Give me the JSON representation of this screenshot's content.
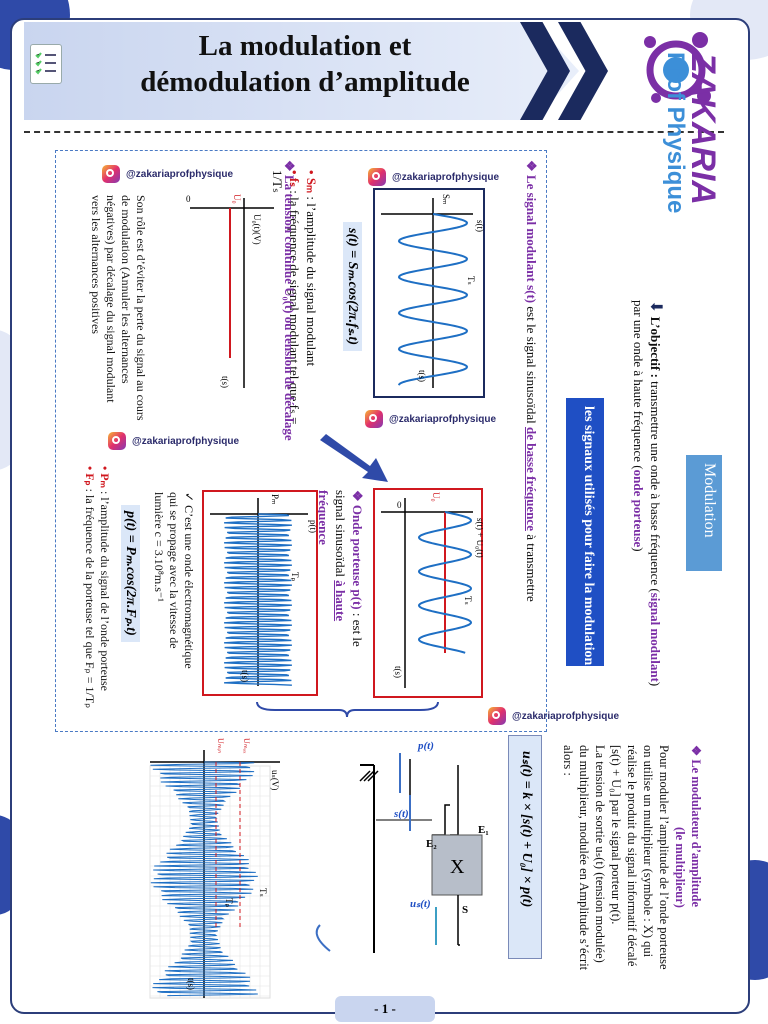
{
  "header": {
    "title_line1": "La modulation et",
    "title_line2": "démodulation d’amplitude"
  },
  "brand": {
    "name": "ZAKARIA",
    "sub": "Prof Physique"
  },
  "instagram": "@zakariaprofphysique",
  "modulation_label": "Modulation",
  "objective": {
    "label": "L’objectif :",
    "text1": "transmettre une onde à basse fréquence (",
    "signal": "signal modulant",
    "text2": ") par une onde à haute fréquence (",
    "porteuse": "onde porteuse",
    "text3": ")"
  },
  "signals_used": "les signaux utilisés pour faire la modulation",
  "modulant": {
    "label": "Le signal modulant",
    "sym": "s(t)",
    "text": " est le signal sinusoïdal ",
    "basse": "de basse fréquence",
    "tail": " à transmettre",
    "eq": "s(t) = Sₘ.cos(2π.fₛ.t)",
    "sm_def": " : l’amplitude du signal modulant",
    "fs_def": " : la fréquence de signal modulant tel que fₛ = 1/Tₛ",
    "sm": "Sₘ",
    "fs": "fₛ"
  },
  "continue": {
    "label": "La tension continue U₀(t)",
    "tail": " ou tension de décalage",
    "role": "Son rôle est d’éviter la perte du signal au cours de modulation (Annuler les alternances négatives) par décalage du signal modulant vers les alternances positives"
  },
  "porteuse": {
    "label": "Onde porteuse p(t)",
    "text": " : est le signal sinusoïdal ",
    "haute": "à haute fréquence",
    "em": "C’est une onde électromagnétique qui se propage avec la vitesse de lumière c = 3.10⁸m.s⁻¹",
    "eq": "p(t) = Pₘ.cos(2π.Fₚ.t)",
    "pm": "Pₘ",
    "pm_def": " : l’amplitude du signal de l’onde porteuse",
    "fp": "Fₚ",
    "fp_def": " : la fréquence de la porteuse tel que Fₚ = 1/Tₚ"
  },
  "modulateur": {
    "label": "Le modulateur d’amplitude",
    "sub": "(le multiplieur)",
    "l1": "Pour moduler l’amplitude de l’onde porteuse",
    "l2": "on utilise un multiplieur (symbole : X) qui",
    "l3": "réalise le produit du signal informatif décalé",
    "l4": "[s(t) + U₀] par le signal porteur p(t).",
    "l5": "La tension de sortie uₛ(t) (tension modulée)",
    "l6": "du multiplieur, modulée en Amplitude s’écrit",
    "l7": "alors :",
    "eq": "uₛ(t) = k × [s(t) + U₀] × p(t)"
  },
  "labels": {
    "st": "s(t)",
    "sm": "Sₘ",
    "ts": "Tₛ",
    "t": "t(s)",
    "u0": "U₀",
    "stu0": "s(t) + U₀(t)",
    "u0v": "U₀(t)(V)",
    "zero": "0",
    "pt": "p(t)",
    "pm": "Pₘ",
    "tp": "Tₚ",
    "e1": "E₁",
    "e2": "E₂",
    "s": "S",
    "x": "X",
    "us": "uₛ(t)",
    "usv": "uₛ(V)",
    "umin": "Uₘᵢₙ",
    "umax": "Uₘₐₓ"
  },
  "footer": "- 1 -",
  "colors": {
    "accent": "#1f4fc4",
    "violet": "#7b2fa6",
    "red": "#d0181f",
    "wave": "#1e6fc4"
  }
}
